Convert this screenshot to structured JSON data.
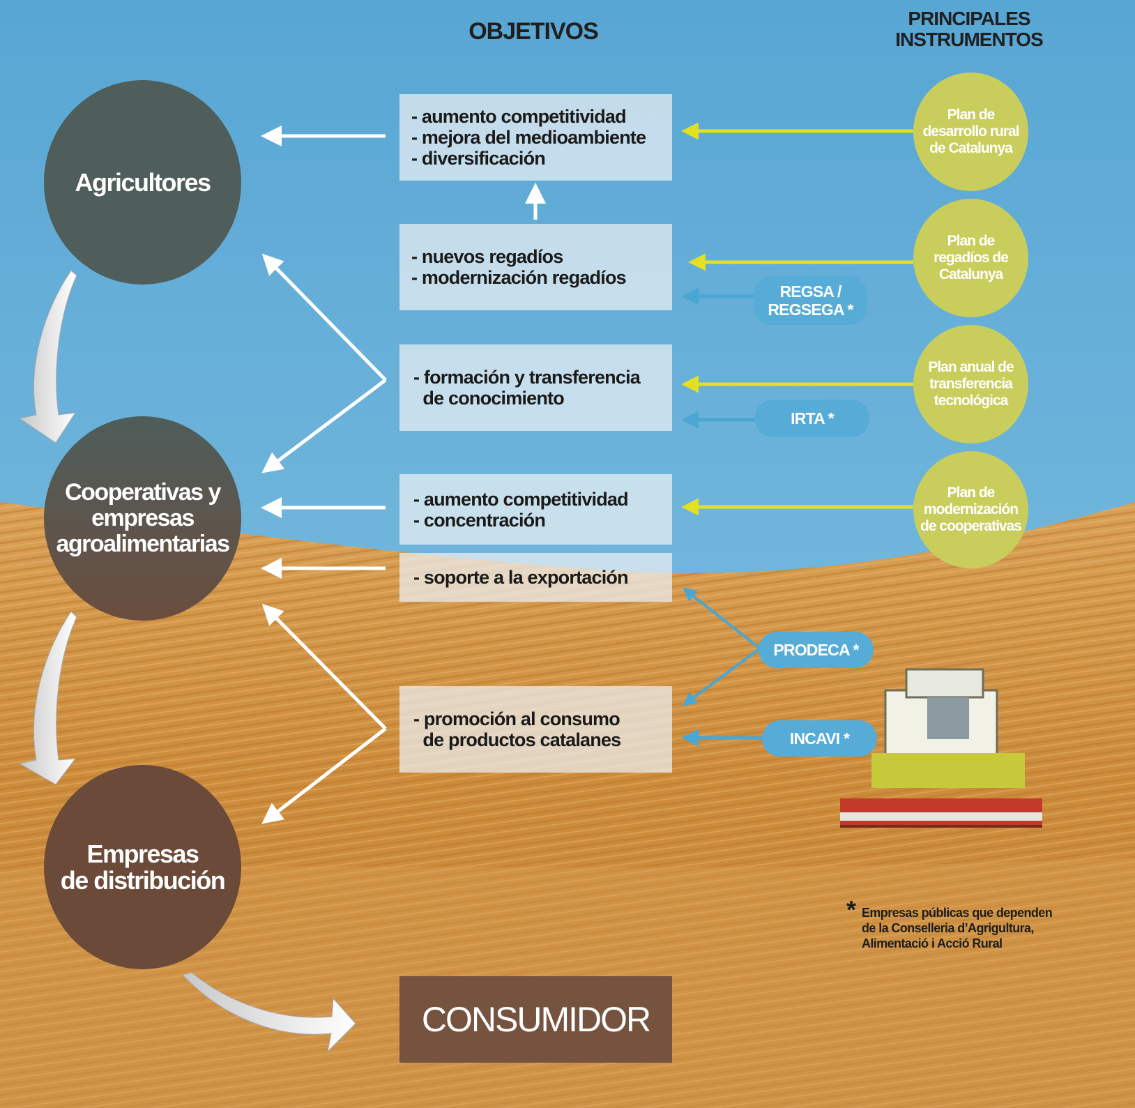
{
  "headers": {
    "objetivos": "OBJETIVOS",
    "instrumentos_1": "PRINCIPALES",
    "instrumentos_2": "INSTRUMENTOS"
  },
  "actors": {
    "agricultores": "Agricultores",
    "cooperativas": "Cooperativas y\nempresas\nagroalimentarias",
    "distribucion": "Empresas\nde distribución",
    "consumidor": "CONSUMIDOR"
  },
  "objectives": [
    {
      "lines": [
        "- aumento competitividad",
        "- mejora del medioambiente",
        "- diversificación"
      ]
    },
    {
      "lines": [
        "- nuevos regadíos",
        "- modernización regadíos"
      ]
    },
    {
      "lines": [
        "- formación y transferencia",
        "  de conocimiento"
      ]
    },
    {
      "lines": [
        "- aumento competitividad",
        "- concentración"
      ]
    },
    {
      "lines": [
        "- soporte a la exportación"
      ]
    },
    {
      "lines": [
        "- promoción al consumo",
        "  de productos catalanes"
      ]
    }
  ],
  "plans": [
    "Plan de\ndesarrollo rural\nde Catalunya",
    "Plan de\nregadíos de\nCatalunya",
    "Plan anual de\ntransferencia\ntecnológica",
    "Plan de\nmodernización\nde cooperativas"
  ],
  "public_companies": [
    "REGSA /\nREGSEGA *",
    "IRTA *",
    "PRODECA *",
    "INCAVI *"
  ],
  "footnote": {
    "star": "*",
    "lines": [
      "Empresas públicas que dependen",
      "de la Conselleria d’Agrigultura,",
      "Alimentació i Acció Rural"
    ]
  },
  "colors": {
    "sky_top": "#5ba9d6",
    "field": "#d79a45",
    "actor_circle_top": "#4f5d5b",
    "actor_circle_bottom": "#6b4a3a",
    "plan_circle": "#c9cd5c",
    "company_pill": "#56acd6",
    "yellow_arrow": "#e3e023",
    "blue_arrow": "#4aa6d2",
    "consumer_box": "#76533f"
  }
}
